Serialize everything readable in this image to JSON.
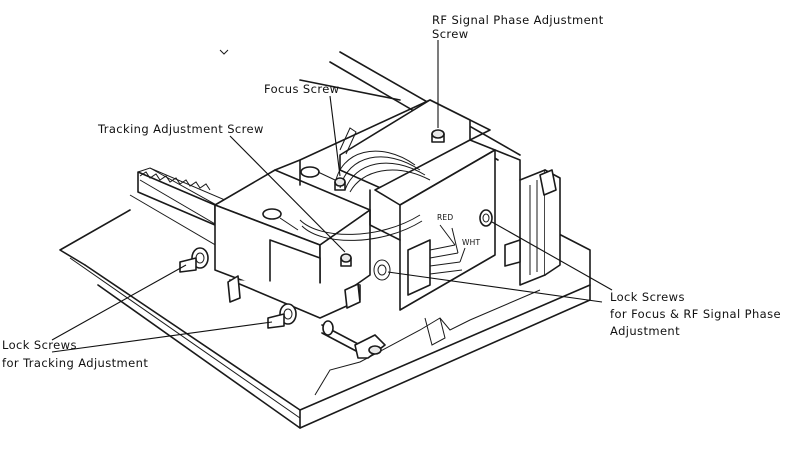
{
  "labels": {
    "rf_phase_screw_line1": "RF Signal Phase Adjustment",
    "rf_phase_screw_line2": "Screw",
    "focus_screw": "Focus Screw",
    "tracking_screw": "Tracking Adjustment Screw",
    "lock_tracking_line1": "Lock Screws",
    "lock_tracking_line2": "for Tracking Adjustment",
    "lock_focus_line1": "Lock Screws",
    "lock_focus_line2": "for Focus & RF Signal Phase",
    "lock_focus_line3": "Adjustment",
    "wire_red": "RED",
    "wire_wht": "WHT"
  }
}
